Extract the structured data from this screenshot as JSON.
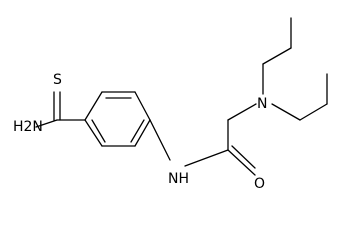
{
  "molecule": {
    "atom_labels": {
      "s": "S",
      "nh2": "H2N",
      "nh": "NH",
      "o": "O",
      "n": "N"
    },
    "bond_color": "#000000",
    "background": "#ffffff"
  }
}
